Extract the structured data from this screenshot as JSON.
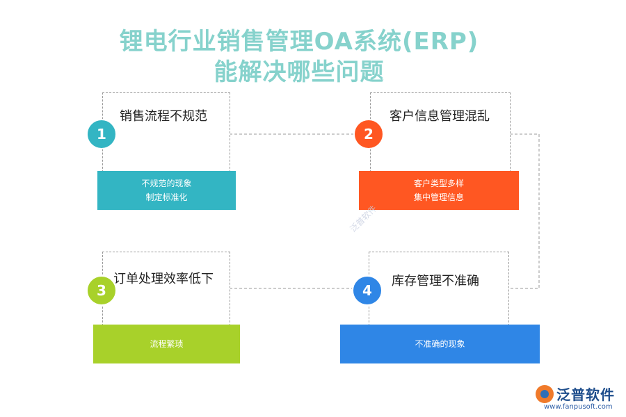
{
  "title": {
    "line1": "锂电行业销售管理OA系统(ERP)",
    "line2": "能解决哪些问题"
  },
  "items": [
    {
      "num": "1",
      "heading": "销售流程不规范",
      "detail": [
        "不规范的现象",
        "制定标准化"
      ],
      "color": "#33b5c3"
    },
    {
      "num": "2",
      "heading": "客户信息管理混乱",
      "detail": [
        "客户类型多样",
        "集中管理信息"
      ],
      "color": "#ff5722"
    },
    {
      "num": "3",
      "heading": "订单处理效率低下",
      "detail": [
        "流程繁琐"
      ],
      "color": "#a8d12a"
    },
    {
      "num": "4",
      "heading": "库存管理不准确",
      "detail": [
        "不准确的现象"
      ],
      "color": "#2f86e6"
    }
  ],
  "watermark": "泛普软件",
  "logo": {
    "name": "泛普软件",
    "url": "www.fanpusoft.com"
  }
}
